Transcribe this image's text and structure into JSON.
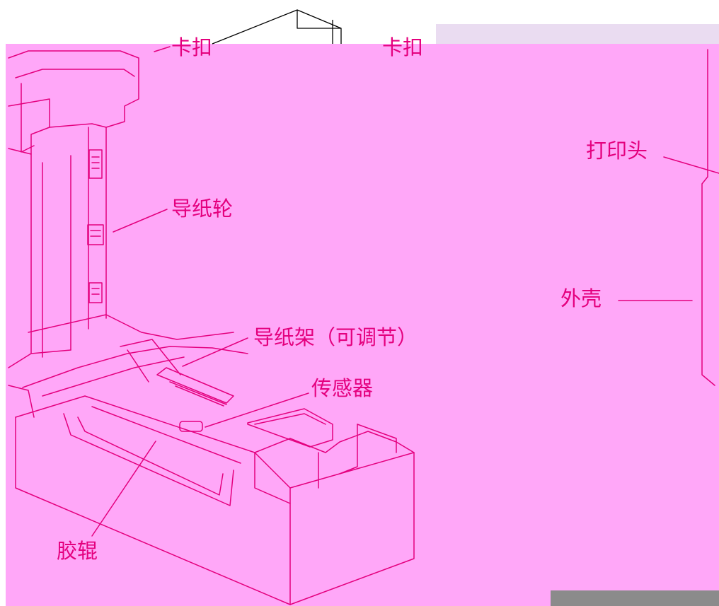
{
  "labels": {
    "latch": "卡扣",
    "top_middle": "卡扣",
    "print_head": "打印头",
    "paper_guide_wheel": "导纸轮",
    "housing": "外壳",
    "paper_guide_rack": "导纸架（可调节）",
    "sensor": "传感器",
    "rubber_roller": "胶辊"
  },
  "colors": {
    "background": "#ffa7f8",
    "line": "#e4007e",
    "label_text": "#e4007e"
  }
}
